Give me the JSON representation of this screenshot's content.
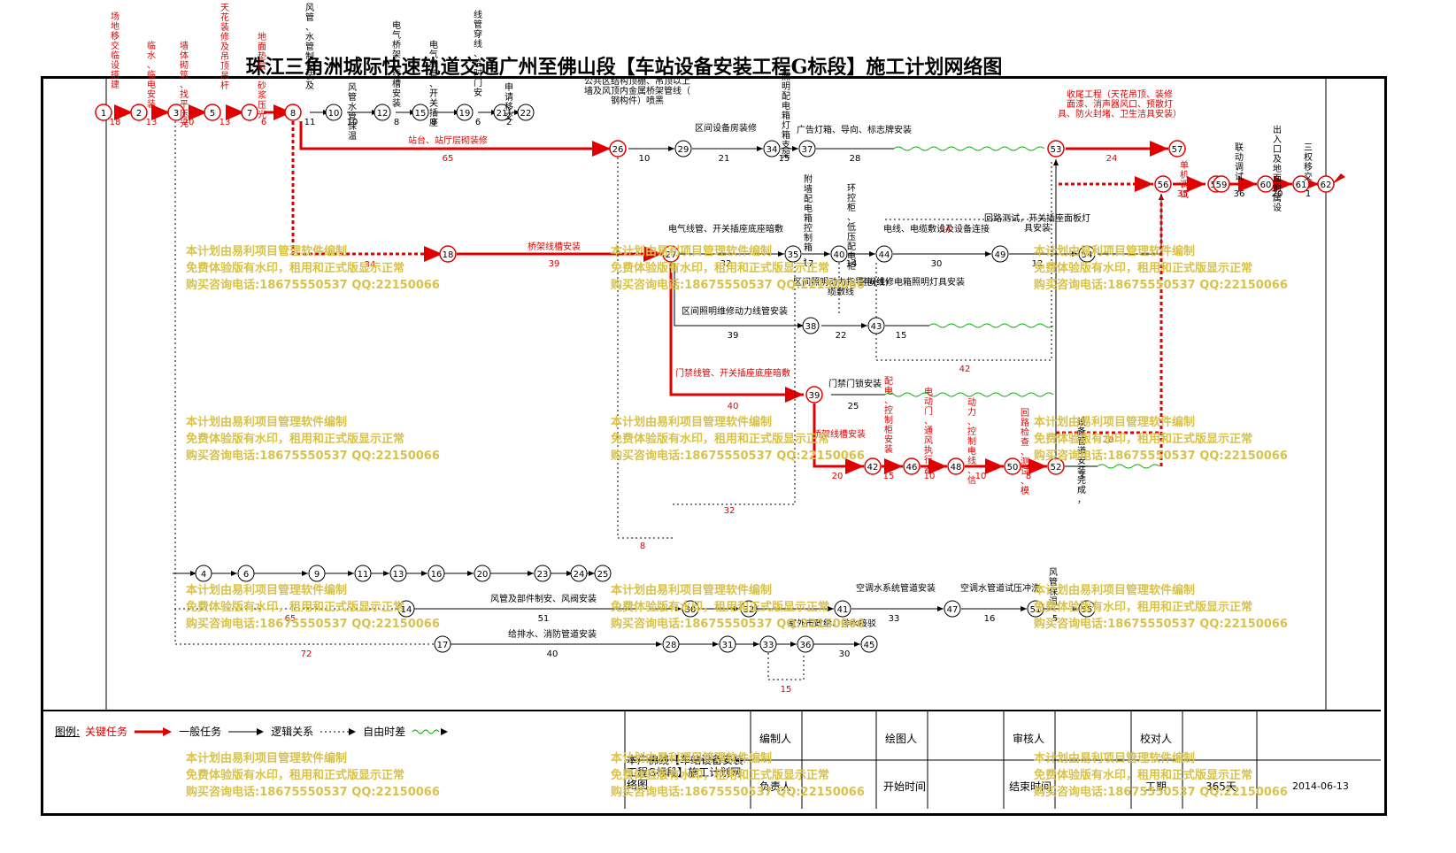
{
  "title": "珠江三角洲城际快速轨道交通广州至佛山段【车站设备安装工程G标段】施工计划网络图",
  "colors": {
    "critical": "#e00000",
    "normal": "#000000",
    "float": "#00b000",
    "watermark": "#d8c24a"
  },
  "nodes": [
    "1",
    "2",
    "3",
    "5",
    "7",
    "8",
    "10",
    "12",
    "15",
    "19",
    "21",
    "22",
    "26",
    "29",
    "34",
    "37",
    "53",
    "57",
    "56",
    "58",
    "59",
    "60",
    "61",
    "62",
    "18",
    "27",
    "35",
    "40",
    "44",
    "49",
    "54",
    "38",
    "43",
    "39",
    "42",
    "46",
    "48",
    "50",
    "52",
    "4",
    "6",
    "9",
    "11",
    "13",
    "16",
    "20",
    "23",
    "24",
    "25",
    "14",
    "30",
    "32",
    "41",
    "47",
    "51",
    "55",
    "17",
    "28",
    "31",
    "33",
    "36",
    "45"
  ],
  "activities": [
    {
      "label": "场地移交临设搭建",
      "dur": "18"
    },
    {
      "label": "临水、临电安装",
      "dur": "13"
    },
    {
      "label": "墙体砌筑、找平压光及板漆",
      "dur": "20"
    },
    {
      "label": "天花装修及吊顶吊杆安装",
      "dur": "13"
    },
    {
      "label": "地面垫层、砂浆压光及门槛安装",
      "dur": "6"
    },
    {
      "label": "风管、水管制安装及检验",
      "dur": "11"
    },
    {
      "label": "风管水管保温",
      "dur": "10"
    },
    {
      "label": "电气桥架、线槽安装",
      "dur": "8"
    },
    {
      "label": "电气线管、开关插座底座暗敷",
      "dur": "8"
    },
    {
      "label": "线管穿线、临时门安装",
      "dur": "6"
    },
    {
      "label": "申请移交",
      "dur": "2"
    },
    {
      "label": "站台、站厅层砌装修",
      "dur": "65"
    },
    {
      "label": "公共区结构顶棚、吊顶以上墙及风顶内金属桥架管线（钢构件）喷黑",
      "dur": "10"
    },
    {
      "label": "区间设备房装修",
      "dur": "21"
    },
    {
      "label": "照明配电箱灯箱支架安装",
      "dur": "15"
    },
    {
      "label": "广告灯箱、导向、标志牌安装",
      "dur": "28"
    },
    {
      "label": "收尾工程（天花吊顶、装修面漆、消声器风口、预散灯具、防火封堵、卫生洁具安装）",
      "dur": "24"
    },
    {
      "label": "单机调试",
      "dur": "35"
    },
    {
      "label": "联动调试",
      "dur": "36"
    },
    {
      "label": "出入口及地面附属设施安装",
      "dur": "20"
    },
    {
      "label": "三权移交",
      "dur": "1"
    },
    {
      "label": "桥架线槽安装",
      "dur": "39"
    },
    {
      "label": "电气线管、开关插座底座暗敷",
      "dur": "32"
    },
    {
      "label": "附墙配电箱控制箱、开关箱安装",
      "dur": "17"
    },
    {
      "label": "环控柜、低压配电柜等设备安装",
      "dur": "14"
    },
    {
      "label": "电线、电缆敷设及设备连接",
      "dur": "30"
    },
    {
      "label": "回路测试，开关插座面板灯具安装",
      "dur": "12"
    },
    {
      "label": "区间照明维修动力线管安装",
      "dur": "39"
    },
    {
      "label": "区间照明动力指导电(线)缆敷线",
      "dur": "22"
    },
    {
      "label": "区间维修电箱照明灯具安装",
      "dur": "15"
    },
    {
      "label": "门禁线管、开关插座底座暗敷",
      "dur": "40"
    },
    {
      "label": "门禁门锁安装",
      "dur": "25"
    },
    {
      "label": "桥架线槽安装",
      "dur": "20"
    },
    {
      "label": "配电、控制柜安装",
      "dur": "15"
    },
    {
      "label": "电动门、通风执行器、传感器安装",
      "dur": "10"
    },
    {
      "label": "动力、控制电线、信号线、网线敷设",
      "dur": "10"
    },
    {
      "label": "回路检查、测试、模拟测试",
      "dur": "8"
    },
    {
      "label": "设备管道安装完成，具备受电条件",
      "dur": "3"
    },
    {
      "label": "风管及部件制安、风阀安装",
      "dur": "51"
    },
    {
      "label": "给排水、消防管道安装",
      "dur": "40"
    },
    {
      "label": "空调水系统管道安装",
      "dur": "33"
    },
    {
      "label": "空调水管道试压冲洗",
      "dur": "16"
    },
    {
      "label": "风管保温",
      "dur": "5"
    },
    {
      "label": "室外市政给、排水接驳",
      "dur": "30"
    }
  ],
  "float_labels": [
    "54",
    "42",
    "34",
    "32",
    "8",
    "15",
    "65",
    "72",
    "20"
  ],
  "watermark_lines": [
    "本计划由易利项目管理软件编制",
    "免费体验版有水印，租用和正式版显示正常",
    "购买咨询电话:18675550537 QQ:22150066"
  ],
  "legend": {
    "label": "图例:",
    "critical": "关键任务",
    "normal": "一般任务",
    "logic": "逻辑关系",
    "float": "自由时差"
  },
  "info": {
    "project_name": "本广佛线【车站设备安装工程G标段】施工计划网络图",
    "editor_label": "编制人",
    "drawer_label": "绘图人",
    "reviewer_label": "审核人",
    "checker_label": "校对人",
    "manager_label": "负责人",
    "start_label": "开始时间",
    "end_label": "结束时间",
    "duration_label": "工期",
    "duration_value": "365天",
    "date": "2014-06-13"
  }
}
